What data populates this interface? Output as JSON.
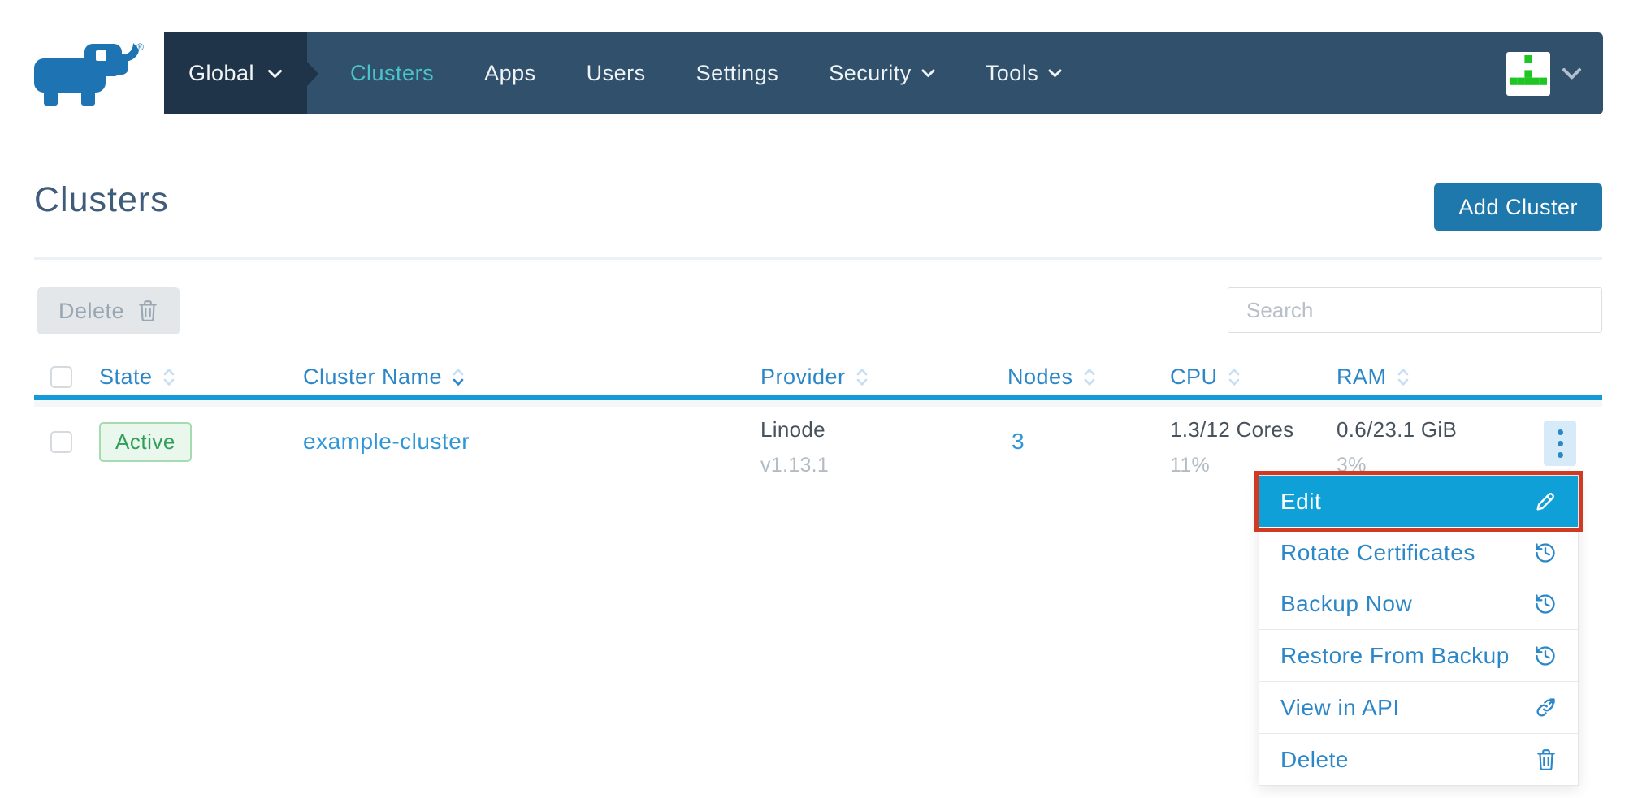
{
  "nav": {
    "environment": "Global",
    "items": [
      {
        "label": "Clusters",
        "active": true
      },
      {
        "label": "Apps"
      },
      {
        "label": "Users"
      },
      {
        "label": "Settings"
      },
      {
        "label": "Security",
        "has_caret": true
      },
      {
        "label": "Tools",
        "has_caret": true
      }
    ]
  },
  "page": {
    "title": "Clusters",
    "add_button_label": "Add Cluster"
  },
  "toolbar": {
    "delete_label": "Delete",
    "search_placeholder": "Search"
  },
  "table": {
    "columns": [
      "State",
      "Cluster Name",
      "Provider",
      "Nodes",
      "CPU",
      "RAM"
    ],
    "sorted_column": "Cluster Name",
    "sort_direction": "desc",
    "rows": [
      {
        "state": "Active",
        "cluster_name": "example-cluster",
        "provider": "Linode",
        "provider_version": "v1.13.1",
        "nodes": "3",
        "cpu": "1.3/12 Cores",
        "cpu_percent": "11%",
        "ram": "0.6/23.1 GiB",
        "ram_percent": "3%"
      }
    ]
  },
  "menu": {
    "items": [
      {
        "label": "Edit",
        "icon": "pencil-icon",
        "highlighted": true
      },
      {
        "label": "Rotate Certificates",
        "icon": "history-icon"
      },
      {
        "label": "Backup Now",
        "icon": "history-icon"
      },
      {
        "label": "Restore From Backup",
        "icon": "history-icon"
      },
      {
        "label": "View in API",
        "icon": "external-link-icon"
      },
      {
        "label": "Delete",
        "icon": "trash-icon"
      }
    ]
  },
  "colors": {
    "navbar": "#31506b",
    "navbar_env": "#1f3448",
    "nav_active_teal": "#4cc3cb",
    "primary_blue": "#2c87c9",
    "header_rule_blue": "#149ad6",
    "menu_highlight_blue": "#10a0d8",
    "annotation_red": "#cf3a23",
    "badge_green": "#2f9e5a",
    "add_button_blue": "#1f78ab",
    "logo_blue": "#1e73b2"
  }
}
